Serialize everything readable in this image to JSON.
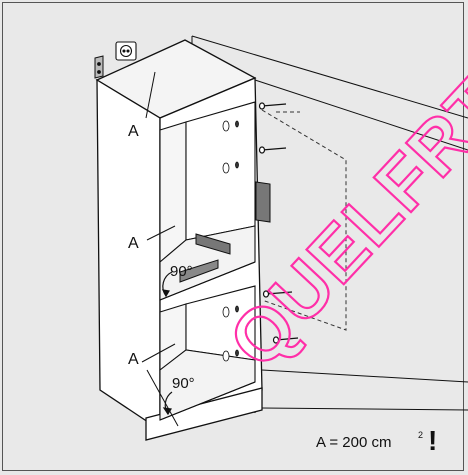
{
  "labels": {
    "vent_a": "A",
    "angle_upper": "90°",
    "angle_lower": "90°"
  },
  "formula": {
    "prefix": "A = 200 cm",
    "exponent": "2",
    "mark": "!"
  },
  "watermark": {
    "text": "QUELFRT",
    "color": "#ff2fa8"
  },
  "colors": {
    "background": "#e9e9e9",
    "line": "#111111",
    "cabinet_fill": "#ffffff",
    "hinge_fill": "#777777"
  }
}
